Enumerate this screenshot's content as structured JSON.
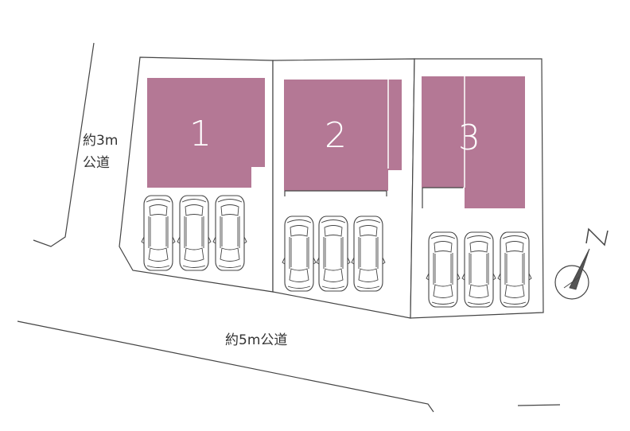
{
  "colors": {
    "building": "#b47895",
    "line": "#444444"
  },
  "lots": [
    {
      "number": "1",
      "parking_spaces": 3
    },
    {
      "number": "2",
      "parking_spaces": 3
    },
    {
      "number": "3",
      "parking_spaces": 3
    }
  ],
  "roads": {
    "west": {
      "label_line1": "約3m",
      "label_line2": "公道"
    },
    "south": {
      "label": "約5m公道"
    }
  },
  "compass": {
    "label": "N",
    "icon": "north-arrow-icon"
  }
}
